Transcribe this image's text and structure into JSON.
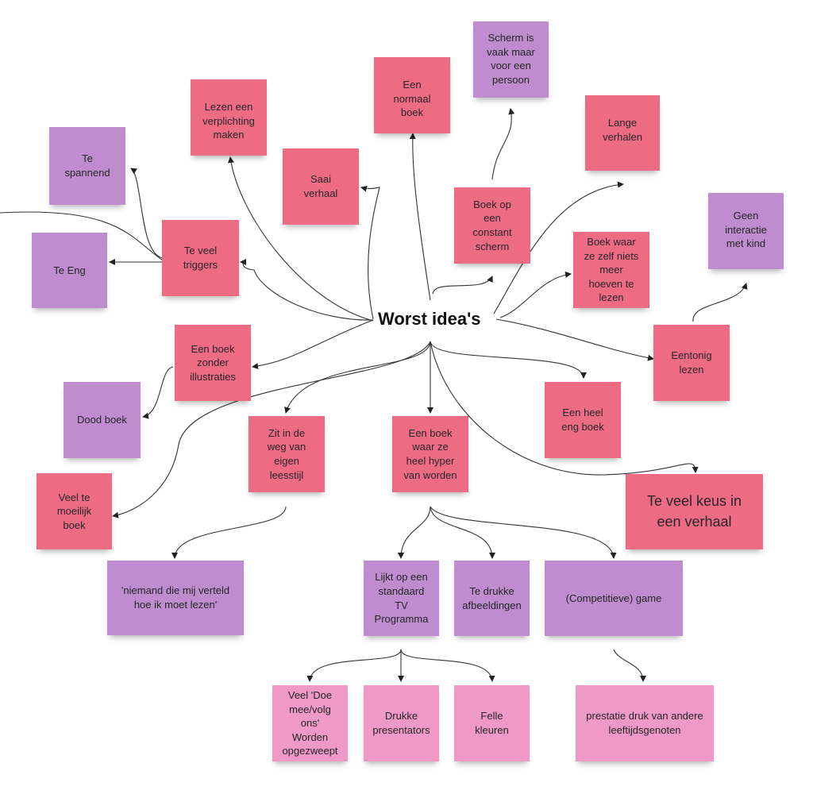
{
  "central_topic": "Worst idea's",
  "colors": {
    "red": "#ee6b84",
    "purple": "#be8ccf",
    "pink": "#ee99c6"
  },
  "notes": {
    "te_spannend": "Te spannend",
    "te_eng": "Te Eng",
    "te_veel_triggers": "Te veel triggers",
    "lezen_verplichting": "Lezen een verplichting maken",
    "saai_verhaal": "Saai verhaal",
    "normaal_boek": "Een normaal boek",
    "scherm_een_persoon": "Scherm is vaak maar voor een persoon",
    "boek_constant_scherm": "Boek op een constant scherm",
    "lange_verhalen": "Lange verhalen",
    "boek_niets_lezen": "Boek waar ze zelf niets meer hoeven te lezen",
    "geen_interactie": "Geen interactie met kind",
    "eentonig_lezen": "Eentonig lezen",
    "boek_zonder_illustraties": "Een boek zonder illustraties",
    "dood_boek": "Dood boek",
    "heel_eng_boek": "Een heel eng boek",
    "veel_te_moeilijk": "Veel te moeilijk boek",
    "zit_in_de_weg": "Zit in de weg van eigen leesstijl",
    "hyper_boek": "Een boek waar ze heel hyper van worden",
    "te_veel_keus": "Te veel keus in een verhaal",
    "niemand_verteld": "'niemand die mij verteld hoe ik moet lezen'",
    "lijkt_op_tv": "Lijkt op een standaard TV Programma",
    "te_drukke_afbeeldingen": "Te drukke afbeeldingen",
    "competitieve_game": "(Competitieve) game",
    "veel_doe_mee": "Veel 'Doe mee/volg ons' Worden opgezweept",
    "drukke_presentators": "Drukke presentators",
    "felle_kleuren": "Felle kleuren",
    "prestatie_druk": "prestatie druk van andere leeftijdsgenoten"
  }
}
